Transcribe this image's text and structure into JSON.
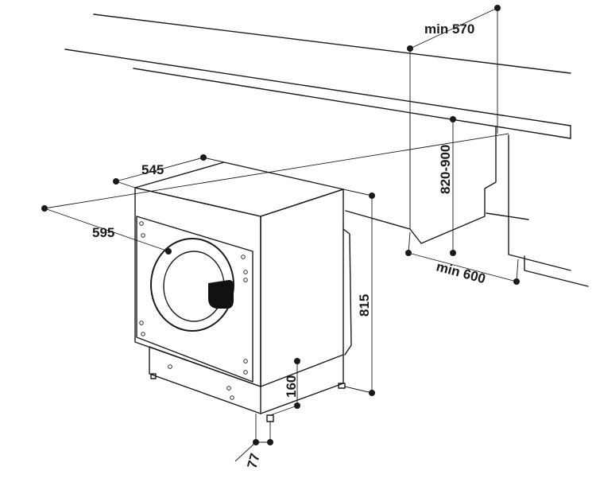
{
  "diagram": {
    "dimensions": {
      "min_depth_above": "min 570",
      "height_range": "820-900",
      "width_depth": "545",
      "width": "595",
      "height": "815",
      "min_niche_width": "min 600",
      "base_height": "160",
      "base_offset": "77"
    }
  }
}
